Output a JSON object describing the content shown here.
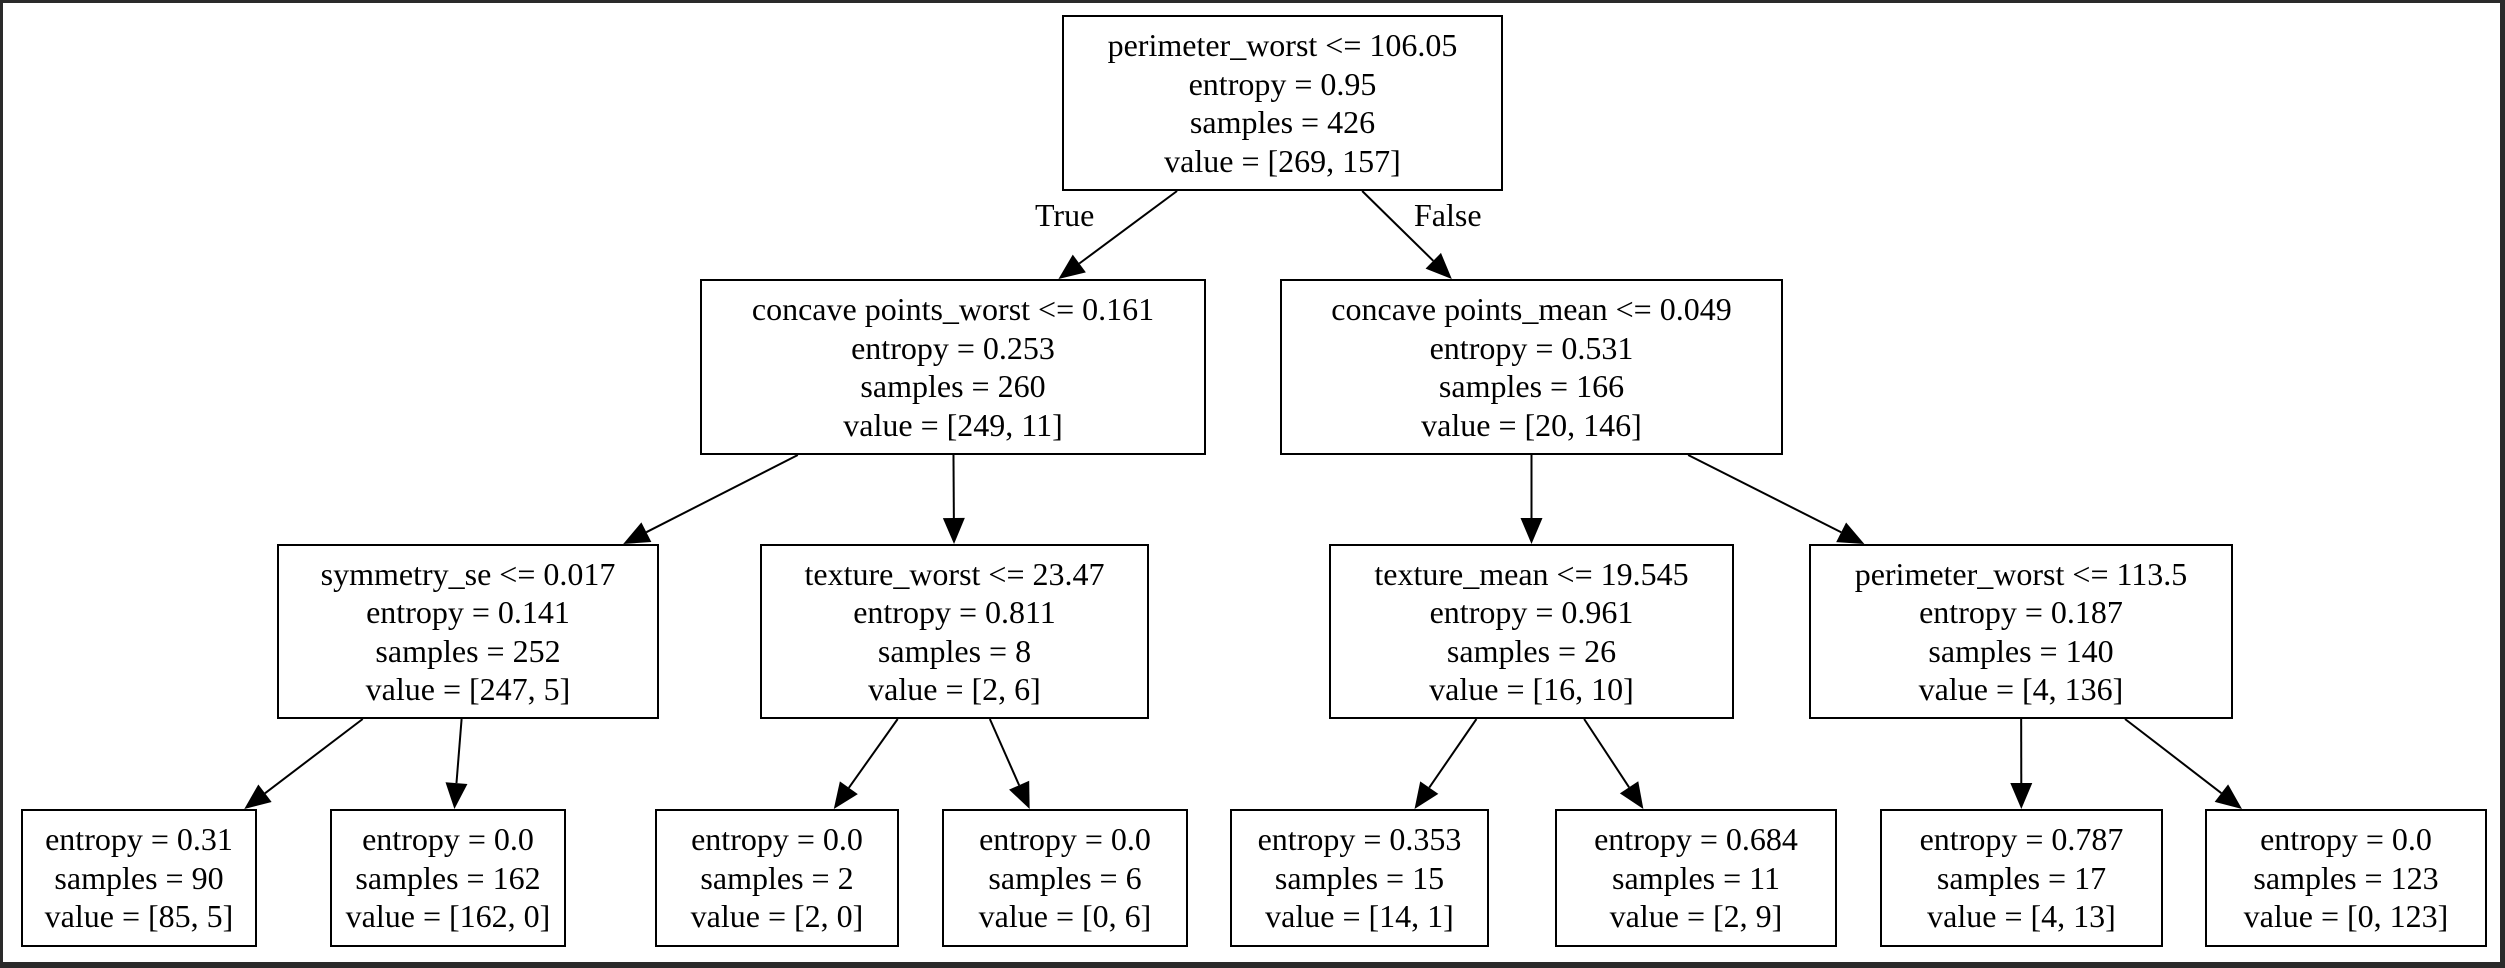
{
  "colors": {
    "background": "#2a2a2a",
    "canvas": "#ffffff",
    "ink": "#000000"
  },
  "tree": {
    "edge_labels": {
      "true_label": "True",
      "false_label": "False"
    },
    "nodes": [
      {
        "id": "n0",
        "lines": [
          "perimeter_worst <= 106.05",
          "entropy = 0.95",
          "samples = 426",
          "value = [269, 157]"
        ]
      },
      {
        "id": "n1",
        "lines": [
          "concave points_worst <= 0.161",
          "entropy = 0.253",
          "samples = 260",
          "value = [249, 11]"
        ]
      },
      {
        "id": "n2",
        "lines": [
          "concave points_mean <= 0.049",
          "entropy = 0.531",
          "samples = 166",
          "value = [20, 146]"
        ]
      },
      {
        "id": "n3",
        "lines": [
          "symmetry_se <= 0.017",
          "entropy = 0.141",
          "samples = 252",
          "value = [247, 5]"
        ]
      },
      {
        "id": "n4",
        "lines": [
          "texture_worst <= 23.47",
          "entropy = 0.811",
          "samples = 8",
          "value = [2, 6]"
        ]
      },
      {
        "id": "n5",
        "lines": [
          "texture_mean <= 19.545",
          "entropy = 0.961",
          "samples = 26",
          "value = [16, 10]"
        ]
      },
      {
        "id": "n6",
        "lines": [
          "perimeter_worst <= 113.5",
          "entropy = 0.187",
          "samples = 140",
          "value = [4, 136]"
        ]
      },
      {
        "id": "n7",
        "lines": [
          "entropy = 0.31",
          "samples = 90",
          "value = [85, 5]"
        ]
      },
      {
        "id": "n8",
        "lines": [
          "entropy = 0.0",
          "samples = 162",
          "value = [162, 0]"
        ]
      },
      {
        "id": "n9",
        "lines": [
          "entropy = 0.0",
          "samples = 2",
          "value = [2, 0]"
        ]
      },
      {
        "id": "n10",
        "lines": [
          "entropy = 0.0",
          "samples = 6",
          "value = [0, 6]"
        ]
      },
      {
        "id": "n11",
        "lines": [
          "entropy = 0.353",
          "samples = 15",
          "value = [14, 1]"
        ]
      },
      {
        "id": "n12",
        "lines": [
          "entropy = 0.684",
          "samples = 11",
          "value = [2, 9]"
        ]
      },
      {
        "id": "n13",
        "lines": [
          "entropy = 0.787",
          "samples = 17",
          "value = [4, 13]"
        ]
      },
      {
        "id": "n14",
        "lines": [
          "entropy = 0.0",
          "samples = 123",
          "value = [0, 123]"
        ]
      }
    ],
    "edges": [
      {
        "from": "n0",
        "to": "n1",
        "label": "true_label"
      },
      {
        "from": "n0",
        "to": "n2",
        "label": "false_label"
      },
      {
        "from": "n1",
        "to": "n3"
      },
      {
        "from": "n1",
        "to": "n4"
      },
      {
        "from": "n2",
        "to": "n5"
      },
      {
        "from": "n2",
        "to": "n6"
      },
      {
        "from": "n3",
        "to": "n7"
      },
      {
        "from": "n3",
        "to": "n8"
      },
      {
        "from": "n4",
        "to": "n9"
      },
      {
        "from": "n4",
        "to": "n10"
      },
      {
        "from": "n5",
        "to": "n11"
      },
      {
        "from": "n5",
        "to": "n12"
      },
      {
        "from": "n6",
        "to": "n13"
      },
      {
        "from": "n6",
        "to": "n14"
      }
    ]
  }
}
